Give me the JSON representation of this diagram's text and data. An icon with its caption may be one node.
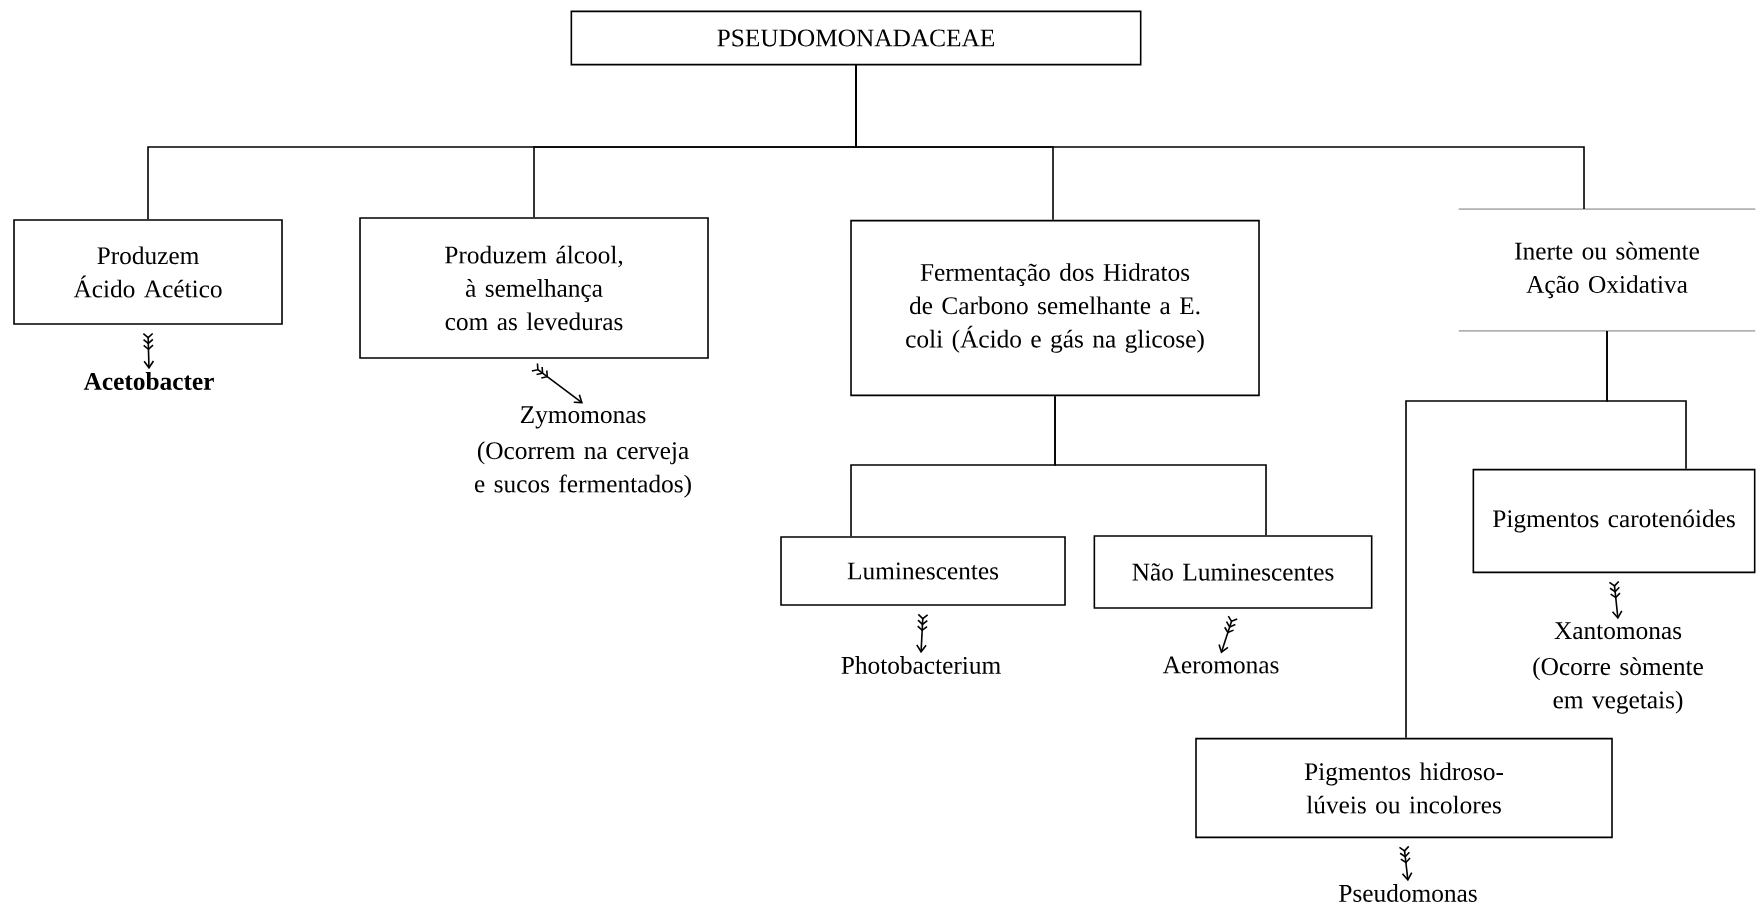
{
  "diagram": {
    "nodes": [
      {
        "text": [
          "PSEUDOMONADACEAE"
        ]
      },
      {
        "text": [
          "Produzem Ácido Acético"
        ]
      },
      {
        "text": [
          "Acetobacter"
        ]
      },
      {
        "text": [
          "Produzem álcool, à semelhança com as leveduras"
        ]
      },
      {
        "text": [
          "Zymomonas",
          "(Ocorrem na cerveja e sucos fermentados)"
        ]
      },
      {
        "text": [
          "Fermentação dos Hidratos de Carbono semelhante a E. coli (Ácido e gás na glicose)"
        ]
      },
      {
        "text": [
          "Luminescentes"
        ]
      },
      {
        "text": [
          "Photobacterium"
        ]
      },
      {
        "text": [
          "Não Luminescentes"
        ]
      },
      {
        "text": [
          "Aeromonas"
        ]
      },
      {
        "text": [
          "Inerte ou sòmente Ação Oxidativa"
        ]
      },
      {
        "text": [
          "Pigmentos carotenóides"
        ]
      },
      {
        "text": [
          "Xantomonas",
          "(Ocorre sòmente em vegetais)"
        ]
      },
      {
        "text": [
          "Pigmentos hidroso- lúveis ou incolores"
        ]
      },
      {
        "text": [
          "Pseudomonas"
        ]
      }
    ],
    "edges": [
      {
        "from": 0,
        "to": 1,
        "arrow": "none"
      },
      {
        "from": 0,
        "to": 3,
        "arrow": "none"
      },
      {
        "from": 0,
        "to": 5,
        "arrow": "none"
      },
      {
        "from": 0,
        "to": 10,
        "arrow": "none"
      },
      {
        "from": 1,
        "to": 2,
        "arrow": "to"
      },
      {
        "from": 3,
        "to": 4,
        "arrow": "to"
      },
      {
        "from": 5,
        "to": 6,
        "arrow": "none"
      },
      {
        "from": 5,
        "to": 8,
        "arrow": "none"
      },
      {
        "from": 6,
        "to": 7,
        "arrow": "to"
      },
      {
        "from": 8,
        "to": 9,
        "arrow": "to"
      },
      {
        "from": 10,
        "to": 11,
        "arrow": "none"
      },
      {
        "from": 10,
        "to": 13,
        "arrow": "none"
      },
      {
        "from": 11,
        "to": 12,
        "arrow": "to"
      },
      {
        "from": 13,
        "to": 14,
        "arrow": "to"
      }
    ]
  }
}
